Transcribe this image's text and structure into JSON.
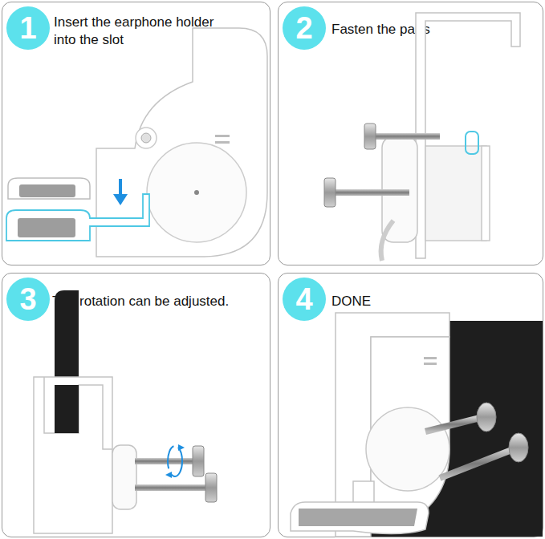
{
  "diagram": {
    "nodes": [
      {
        "text": [
          "Insert the earphone holder into the slot"
        ]
      },
      {
        "text": [
          "1"
        ],
        "in": 0
      },
      {
        "text": [
          "Fasten the parts"
        ]
      },
      {
        "text": [
          "2"
        ],
        "in": 2
      },
      {
        "text": [
          "The rotation can be adjusted."
        ]
      },
      {
        "text": [
          "3"
        ],
        "in": 4
      },
      {
        "text": [
          "DONE"
        ]
      },
      {
        "text": [
          "4"
        ],
        "in": 6
      }
    ]
  }
}
